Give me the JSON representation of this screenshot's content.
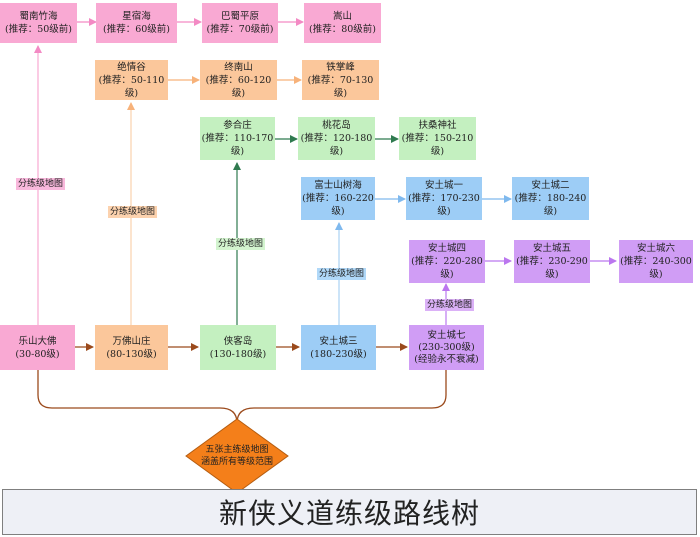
{
  "title": "新侠义道练级路线树",
  "center_note": {
    "line1": "五张主练级地图",
    "line2": "涵盖所有等级范围"
  },
  "branch_label": "分练级地图",
  "colors": {
    "pink": "#f9a9d3",
    "orange": "#fbc79b",
    "green": "#c4f0c0",
    "blue": "#9dcdf6",
    "purple": "#d09df5",
    "brown": "#9b4a1c",
    "diamond": "#f47f1a"
  },
  "main_maps": [
    {
      "name": "乐山大佛",
      "range": "(30-80级)"
    },
    {
      "name": "万佛山庄",
      "range": "(80-130级)"
    },
    {
      "name": "侠客岛",
      "range": "(130-180级)"
    },
    {
      "name": "安土城三",
      "range": "(180-230级)"
    },
    {
      "name": "安土城七",
      "range": "(230-300级)",
      "note": "(经验永不衰减)"
    }
  ],
  "branches": {
    "pink": [
      {
        "name": "蜀南竹海",
        "range": "(推荐：50级前)"
      },
      {
        "name": "星宿海",
        "range": "(推荐：60级前)"
      },
      {
        "name": "巴蜀平原",
        "range": "(推荐：70级前)"
      },
      {
        "name": "嵩山",
        "range": "(推荐：80级前)"
      }
    ],
    "orange": [
      {
        "name": "绝情谷",
        "range": "(推荐：50-110级)"
      },
      {
        "name": "终南山",
        "range": "(推荐：60-120级)"
      },
      {
        "name": "铁掌峰",
        "range": "(推荐：70-130级)"
      }
    ],
    "green": [
      {
        "name": "参合庄",
        "range": "(推荐：110-170级)"
      },
      {
        "name": "桃花岛",
        "range": "(推荐：120-180级)"
      },
      {
        "name": "扶桑神社",
        "range": "(推荐：150-210级)"
      }
    ],
    "blue": [
      {
        "name": "富士山树海",
        "range": "(推荐：160-220级)"
      },
      {
        "name": "安土城一",
        "range": "(推荐：170-230级)"
      },
      {
        "name": "安土城二",
        "range": "(推荐：180-240级)"
      }
    ],
    "purple": [
      {
        "name": "安土城四",
        "range": "(推荐：220-280级)"
      },
      {
        "name": "安土城五",
        "range": "(推荐：230-290级)"
      },
      {
        "name": "安土城六",
        "range": "(推荐：240-300级)"
      }
    ]
  }
}
